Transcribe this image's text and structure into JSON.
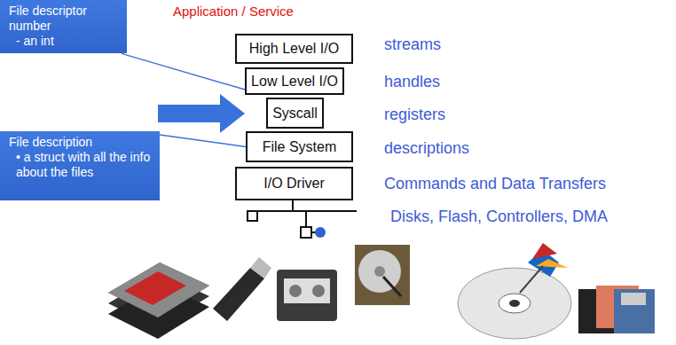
{
  "diagram": {
    "nodes": [
      {
        "text": [
          "File descriptor number",
          "- an int"
        ]
      },
      {
        "text": [
          "High Level I/O"
        ]
      },
      {
        "text": [
          "Low Level I/O"
        ]
      },
      {
        "text": [
          "Syscall"
        ]
      },
      {
        "text": [
          "File description",
          "• a struct with all the info about the files"
        ]
      },
      {
        "text": [
          "File System"
        ]
      },
      {
        "text": [
          "I/O Driver"
        ]
      }
    ],
    "edges": [
      {
        "from": 0,
        "to": 2,
        "arrow": "none"
      },
      {
        "from": 4,
        "to": 5,
        "arrow": "none"
      }
    ],
    "labels": [
      "Application / Service",
      "streams",
      "handles",
      "registers",
      "descriptions",
      "Commands and Data Transfers",
      "Disks, Flash, Controllers, DMA"
    ]
  }
}
